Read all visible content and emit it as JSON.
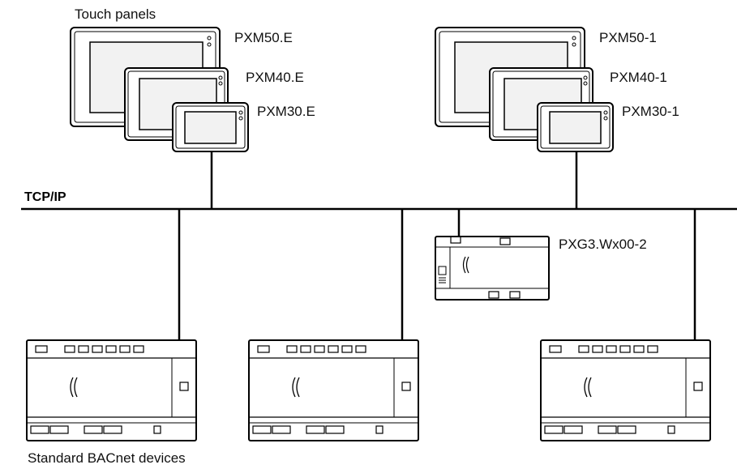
{
  "labels": {
    "touch_panels": "Touch panels",
    "network": "TCP/IP",
    "standard_devices": "Standard BACnet devices",
    "pxm50_e": "PXM50.E",
    "pxm40_e": "PXM40.E",
    "pxm30_e": "PXM30.E",
    "pxm50_1": "PXM50-1",
    "pxm40_1": "PXM40-1",
    "pxm30_1": "PXM30-1",
    "pxg3": "PXG3.Wx00-2"
  },
  "colors": {
    "line": "#000000",
    "panel_frame": "#ffffff",
    "screen": "#f2f2f2",
    "device_body": "#ffffff"
  }
}
